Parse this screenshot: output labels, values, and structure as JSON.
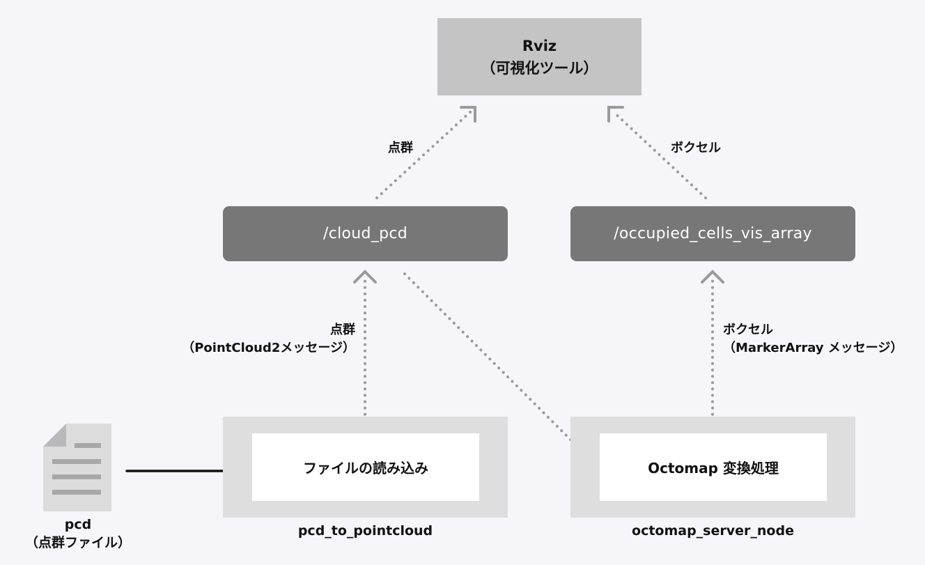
{
  "rviz": {
    "title": "Rviz",
    "subtitle": "（可視化ツール）"
  },
  "topics": {
    "cloud": "/cloud_pcd",
    "occupied": "/occupied_cells_vis_array"
  },
  "nodes": {
    "pcd_to_pointcloud": {
      "name": "pcd_to_pointcloud",
      "process": "ファイルの読み込み"
    },
    "octomap_server": {
      "name": "octomap_server_node",
      "process": "Octomap 変換処理"
    }
  },
  "edges": {
    "cloud_to_rviz": "点群",
    "occupied_to_rviz": "ボクセル",
    "pcd_to_cloud": {
      "line1": "点群",
      "line2": "（PointCloud2メッセージ）"
    },
    "octomap_to_occupied": {
      "line1": "ボクセル",
      "line2": "（MarkerArray メッセージ）"
    }
  },
  "file": {
    "line1": "pcd",
    "line2": "（点群ファイル）"
  },
  "colors": {
    "background": "#f6f5fa",
    "rviz_box": "#c4c4c4",
    "topic_box": "#777777",
    "node_outer": "#dedede",
    "dotted_arrow": "#9a9a9a",
    "solid_arrow": "#111111"
  }
}
